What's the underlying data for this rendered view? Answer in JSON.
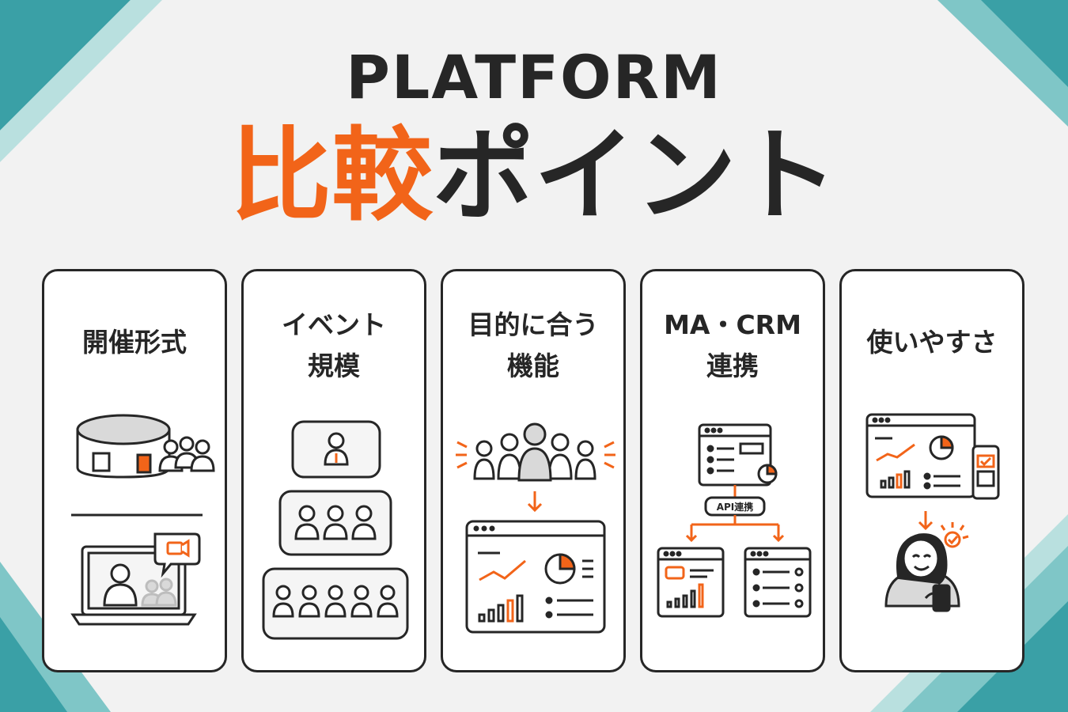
{
  "header": {
    "title_en": "PLATFORM",
    "title_ja_accent": "比較",
    "title_ja_rest": "ポイント"
  },
  "cards": [
    {
      "line1": "開催形式",
      "line2": ""
    },
    {
      "line1": "イベント",
      "line2": "規模"
    },
    {
      "line1": "目的に合う",
      "line2": "機能"
    },
    {
      "line1": "MA・CRM",
      "line2": "連携"
    },
    {
      "line1": "使いやすさ",
      "line2": ""
    }
  ],
  "crm_diagram": {
    "api_label": "API連携"
  },
  "colors": {
    "accent": "#f26419",
    "ink": "#262626",
    "teal": "#3aa0a6",
    "teal_light": "#7fc6c7",
    "background": "#f2f2f2"
  }
}
